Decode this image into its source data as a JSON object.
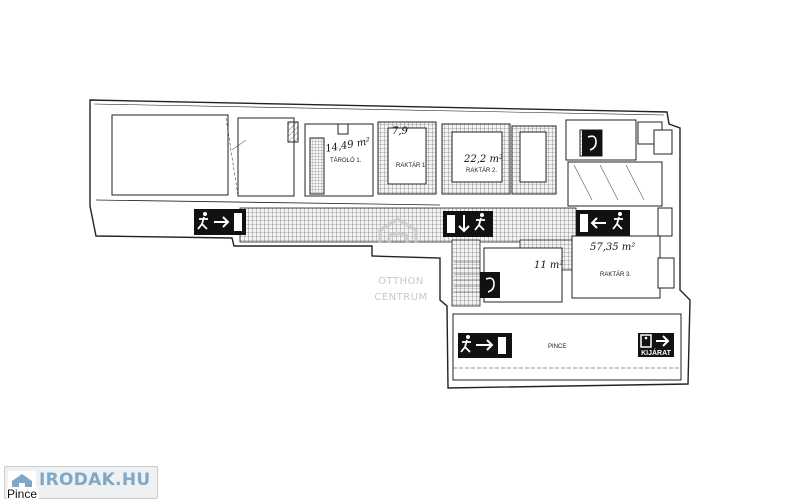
{
  "caption": "Pince",
  "brand": {
    "name": "IRODAK.HU"
  },
  "watermark": {
    "line1": "OTTHON",
    "line2": "CENTRUM"
  },
  "rooms": [
    {
      "label": "TÁROLÓ 1.",
      "area": "14,49 m²"
    },
    {
      "label": "RAKTÁR 1.",
      "area": "7,9"
    },
    {
      "label": "RAKTÁR 2.",
      "area": "22,2 m²"
    },
    {
      "label": "RAKTÁR 3.",
      "area": "57,35 m²"
    },
    {
      "label": "PINCE",
      "area": ""
    },
    {
      "label": "",
      "area": "11 m²"
    }
  ],
  "signs": {
    "exit_text": "KIJÁRAT"
  },
  "colors": {
    "sign_bg": "#111111",
    "sign_fg": "#ffffff",
    "wall": "#222222",
    "grid": "#555555"
  }
}
